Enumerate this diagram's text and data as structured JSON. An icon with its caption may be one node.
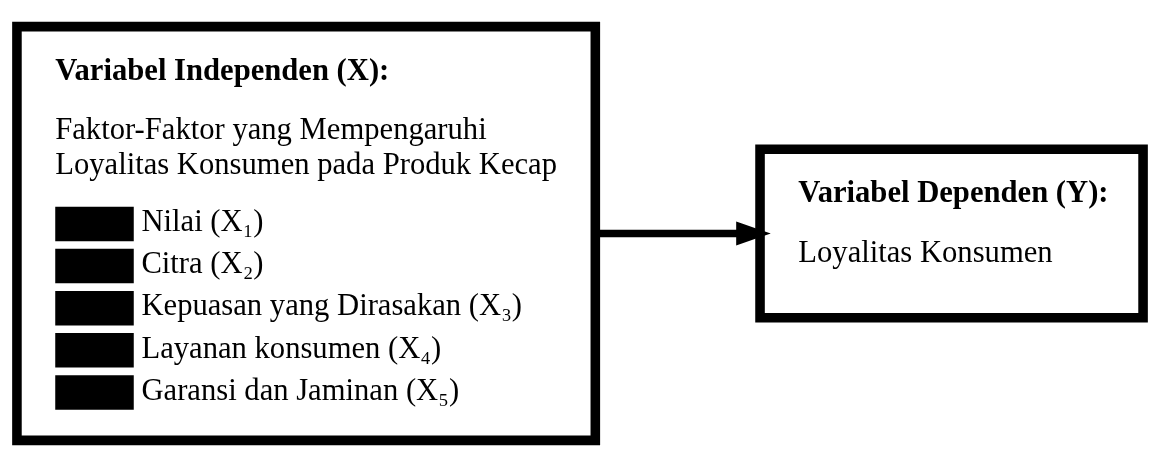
{
  "diagram": {
    "nodes": [
      {
        "text": [
          "Variabel Independen (X):",
          "Faktor-Faktor yang Mempengaruhi Loyalitas Konsumen pada Produk Kecap",
          "Nilai (X₁)",
          "Citra (X₂)",
          "Kepuasan yang Dirasakan (X₃)",
          "Layanan konsumen (X₄)",
          "Garansi dan Jaminan (X₅)"
        ]
      },
      {
        "text": [
          "Variabel Dependen (Y):",
          "Loyalitas Konsumen"
        ]
      }
    ],
    "edges": [
      {
        "from": 0,
        "to": 1,
        "arrow": "to"
      }
    ]
  }
}
